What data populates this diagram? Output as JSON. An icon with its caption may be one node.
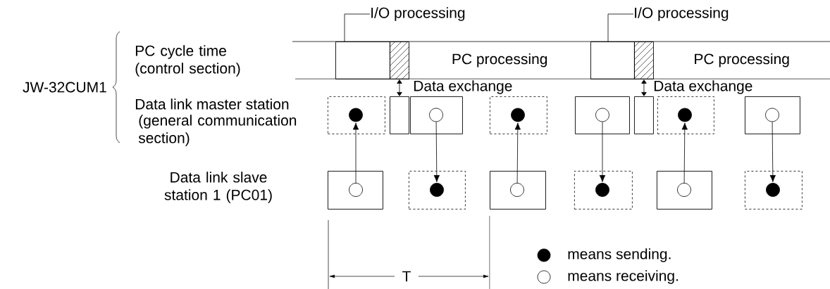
{
  "diagram": {
    "nodes": [
      {
        "text": [
          "I/O processing"
        ]
      },
      {
        "text": [
          "I/O processing"
        ]
      },
      {
        "text": [],
        "shape": "box"
      },
      {
        "text": [],
        "shape": "box"
      },
      {
        "text": [
          "PC processing"
        ]
      },
      {
        "text": [],
        "shape": "box"
      },
      {
        "text": [],
        "shape": "box"
      },
      {
        "text": [
          "PC processing"
        ]
      },
      {
        "text": [],
        "shape": "box"
      },
      {
        "text": [],
        "shape": "circle",
        "in": 8
      },
      {
        "text": [],
        "shape": "box"
      },
      {
        "text": [],
        "shape": "box"
      },
      {
        "text": [],
        "shape": "circle",
        "in": 11
      },
      {
        "text": [],
        "shape": "box"
      },
      {
        "text": [],
        "shape": "circle",
        "in": 13
      },
      {
        "text": [],
        "shape": "box"
      },
      {
        "text": [],
        "shape": "circle",
        "in": 15
      },
      {
        "text": [],
        "shape": "box"
      },
      {
        "text": [],
        "shape": "box"
      },
      {
        "text": [],
        "shape": "circle",
        "in": 18
      },
      {
        "text": [],
        "shape": "box"
      },
      {
        "text": [],
        "shape": "circle",
        "in": 20
      },
      {
        "text": [],
        "shape": "box"
      },
      {
        "text": [],
        "shape": "circle",
        "in": 22
      },
      {
        "text": [],
        "shape": "box"
      },
      {
        "text": [],
        "shape": "circle",
        "in": 24
      },
      {
        "text": [],
        "shape": "box"
      },
      {
        "text": [],
        "shape": "circle",
        "in": 26
      },
      {
        "text": [],
        "shape": "box"
      },
      {
        "text": [],
        "shape": "circle",
        "in": 28
      },
      {
        "text": [],
        "shape": "box"
      },
      {
        "text": [],
        "shape": "circle",
        "in": 30
      },
      {
        "text": [],
        "shape": "box"
      },
      {
        "text": [],
        "shape": "circle",
        "in": 32
      }
    ],
    "edges": [
      {
        "from": 0,
        "to": 2,
        "arrow": "none"
      },
      {
        "from": 1,
        "to": 5,
        "arrow": "none"
      },
      {
        "from": 3,
        "to": 10,
        "arrow": "both",
        "label": "Data exchange"
      },
      {
        "from": 6,
        "to": 17,
        "arrow": "both",
        "label": "Data exchange"
      },
      {
        "from": 23,
        "to": 9,
        "arrow": "to"
      },
      {
        "from": 12,
        "to": 25,
        "arrow": "to"
      },
      {
        "from": 27,
        "to": 14,
        "arrow": "to"
      },
      {
        "from": 16,
        "to": 29,
        "arrow": "to"
      },
      {
        "from": 31,
        "to": 19,
        "arrow": "to"
      },
      {
        "from": 21,
        "to": 33,
        "arrow": "to"
      }
    ],
    "labels": [
      "JW-32CUM1",
      "PC cycle time (control section)",
      "Data link master station",
      "(general communication section)",
      "Data link slave station 1 (PC01)",
      "T"
    ],
    "legend": [
      {
        "text": "means sending."
      },
      {
        "text": "means receiving."
      }
    ]
  }
}
